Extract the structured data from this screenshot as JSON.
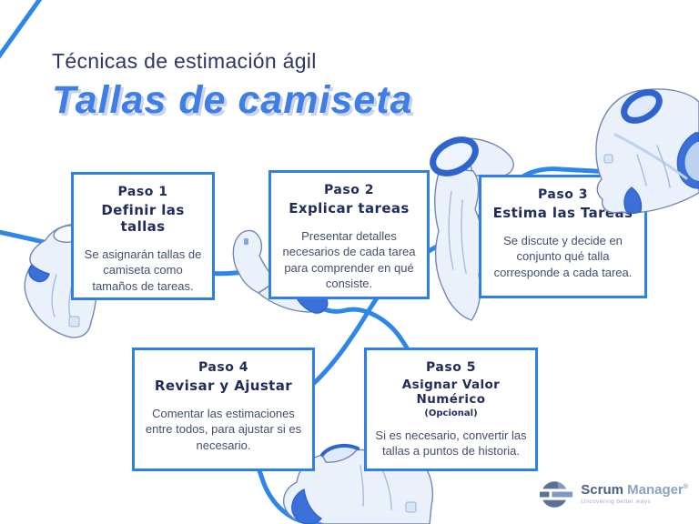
{
  "header": {
    "subtitle": "Técnicas de estimación ágil",
    "title": "Tallas de camiseta"
  },
  "steps": [
    {
      "title": "Paso 1",
      "subtitle": "Definir las tallas",
      "body": "Se asignarán tallas de camiseta como tamaños de tareas."
    },
    {
      "title": "Paso 2",
      "subtitle": "Explicar tareas",
      "body": "Presentar detalles necesarios de cada tarea para comprender en qué consiste."
    },
    {
      "title": "Paso 3",
      "subtitle": "Estima las Tareas",
      "body": "Se discute y decide en conjunto qué talla corresponde a cada tarea."
    },
    {
      "title": "Paso 4",
      "subtitle": "Revisar y Ajustar",
      "body": "Comentar las estimaciones entre todos, para ajustar si es necesario."
    },
    {
      "title": "Paso 5",
      "subtitle": "Asignar Valor Numérico",
      "note": "(Opcional)",
      "body": "Si es necesario, convertir las tallas a puntos de historia."
    }
  ],
  "logo": {
    "brand_primary": "Scrum",
    "brand_secondary": "Manager",
    "registered": "®",
    "tagline": "Uncovering better ways"
  },
  "illustrations": {
    "tshirt_icon": "tshirt-illustration",
    "line_icon": "decorative-squiggle-line",
    "count_tshirts": 5
  },
  "colors": {
    "accent_blue_border": "#2e7fe8",
    "title_blue": "#3e7ee6",
    "title_shadow": "#c9d4e6",
    "navy_text": "#2d3664",
    "heading_text": "#1f2c5c",
    "body_text": "#434e6e",
    "squiggle_blue": "#2e86ea",
    "tshirt_fill": "#eaf1fb",
    "tshirt_outline": "#7487b4",
    "tshirt_accent": "#3a70d8",
    "logo_slate": "#5d7198",
    "logo_light": "#8099c0"
  }
}
